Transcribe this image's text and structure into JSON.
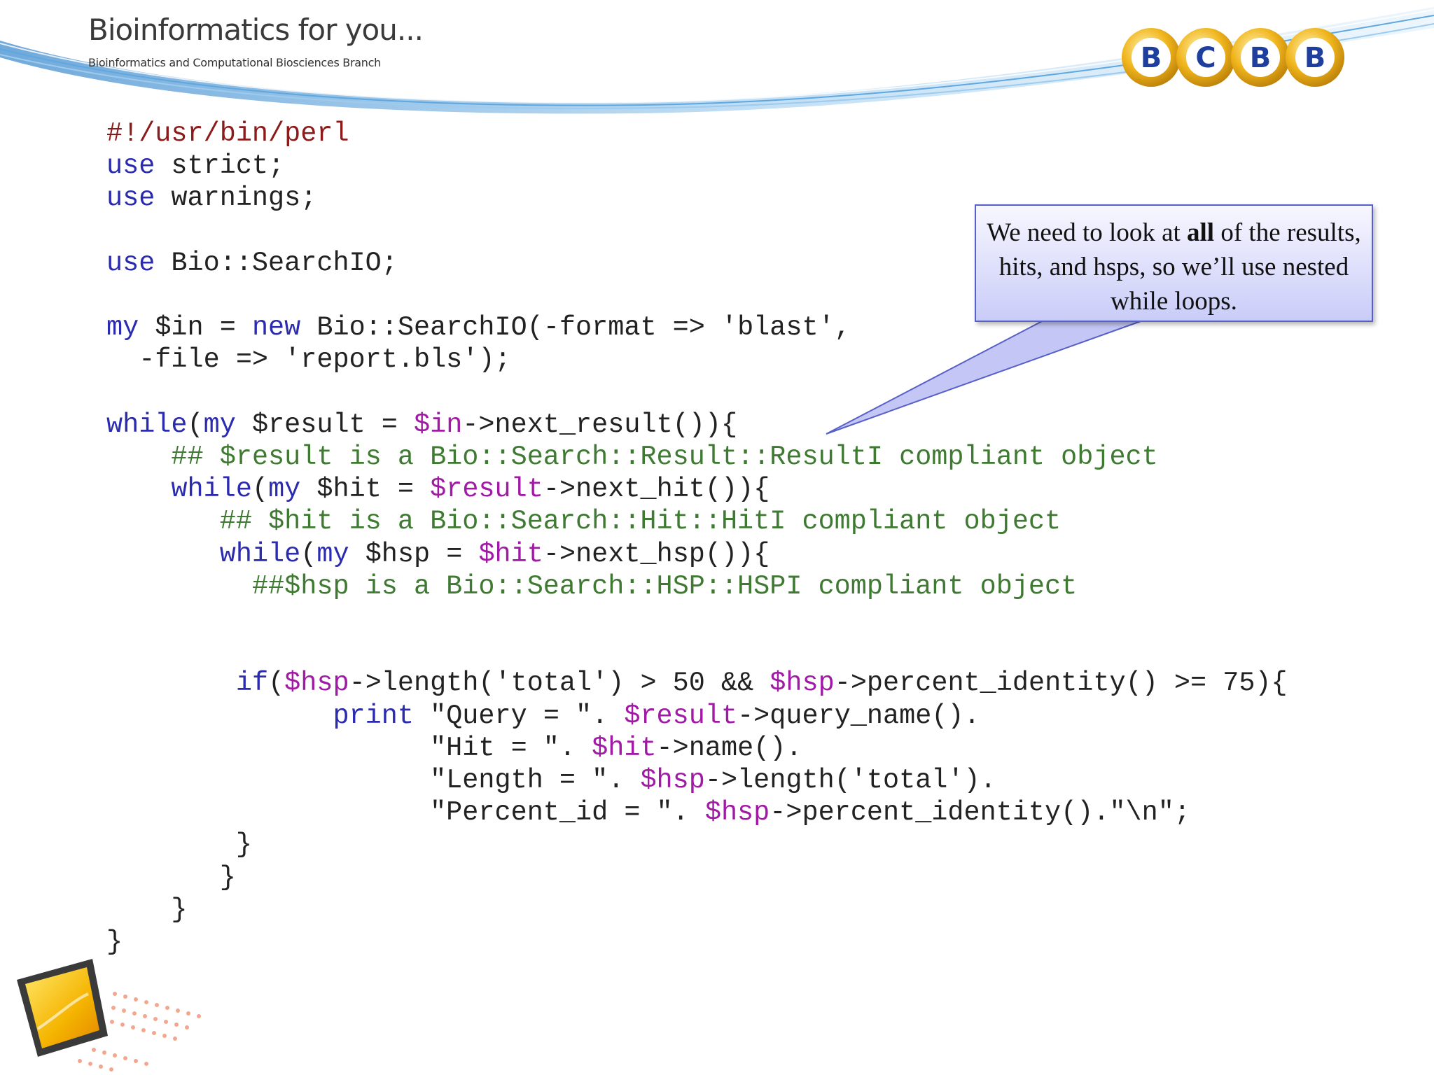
{
  "header": {
    "title": "Bioinformatics for you...",
    "subtitle": "Bioinformatics and Computational Biosciences Branch",
    "logo_letters": [
      "B",
      "C",
      "B",
      "B"
    ]
  },
  "callout": {
    "text_before": "We need to look at ",
    "text_bold": "all",
    "text_after": " of the results, hits, and hsps, so we’ll use nested while loops."
  },
  "code": {
    "lines": [
      "#!/usr/bin/perl",
      "use strict;",
      "use warnings;",
      "",
      "use Bio::SearchIO;",
      "",
      "my $in = new Bio::SearchIO(-format => 'blast',",
      "  -file => 'report.bls');",
      "",
      "while(my $result = $in->next_result()){",
      "    ## $result is a Bio::Search::Result::ResultI compliant object",
      "    while(my $hit = $result->next_hit()){",
      "       ## $hit is a Bio::Search::Hit::HitI compliant object",
      "       while(my $hsp = $hit->next_hsp()){",
      "         ##$hsp is a Bio::Search::HSP::HSPI compliant object",
      "",
      "",
      "        if($hsp->length('total') > 50 && $hsp->percent_identity() >= 75){",
      "              print \"Query = \". $result->query_name().",
      "                    \"Hit = \". $hit->name().",
      "                    \"Length = \". $hsp->length('total').",
      "                    \"Percent_id = \". $hsp->percent_identity().\"\\n\";",
      "        }",
      "       }",
      "    }",
      "}"
    ]
  },
  "colors": {
    "keyword": "#2b2bb0",
    "variable": "#a11aa6",
    "comment": "#3f7a32",
    "shebang": "#8b1a1a",
    "text": "#222222",
    "callout_border": "#5660c8",
    "callout_fill_top": "#f7f7ff",
    "callout_fill_bottom": "#c9ccf8",
    "logo_ring": "#e8a817",
    "logo_letter": "#1e3f9e"
  },
  "icons": {
    "logo": "bcbb-logo-icon",
    "monitor": "monitor-icon"
  }
}
